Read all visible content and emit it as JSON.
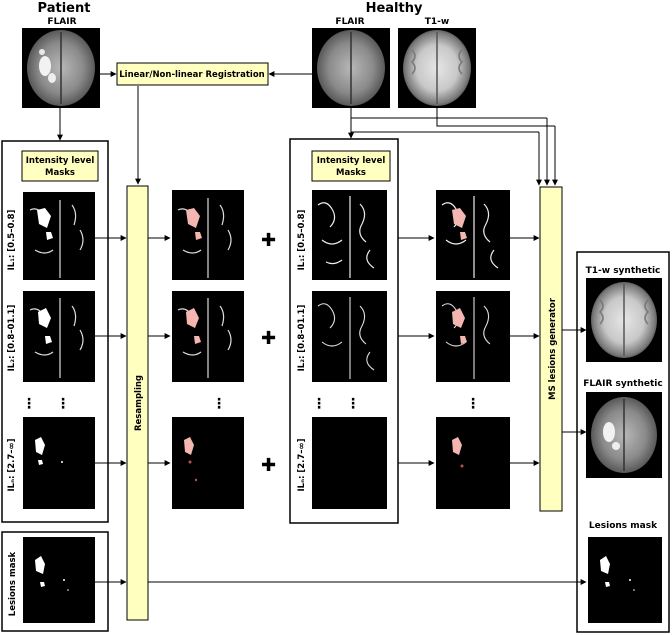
{
  "headers": {
    "patient": "Patient",
    "healthy": "Healthy",
    "patient_flair": "FLAIR",
    "healthy_flair": "FLAIR",
    "healthy_t1": "T1-w"
  },
  "boxes": {
    "registration": "Linear/Non-linear Registration",
    "intensity_left_1": "Intensity level",
    "intensity_left_2": "Masks",
    "intensity_right_1": "Intensity level",
    "intensity_right_2": "Masks",
    "resampling": "Resampling",
    "generator": "MS lesions generator"
  },
  "rows": {
    "left": [
      "IL₁: [0.5–0.8]",
      "IL₂: [0.8–01.1]",
      "ILₙ: [2.7–∞]"
    ],
    "right": [
      "IL₁: [0.5–0.8]",
      "IL₂: [0.8–01.1]",
      "ILₙ: [2.7–∞]"
    ],
    "dots": "⋮",
    "plus": "✚"
  },
  "lesions_mask_label": "Lesions mask",
  "outputs": {
    "t1_synthetic": "T1-w synthetic",
    "flair_synthetic": "FLAIR synthetic",
    "lesions_mask": "Lesions mask"
  }
}
